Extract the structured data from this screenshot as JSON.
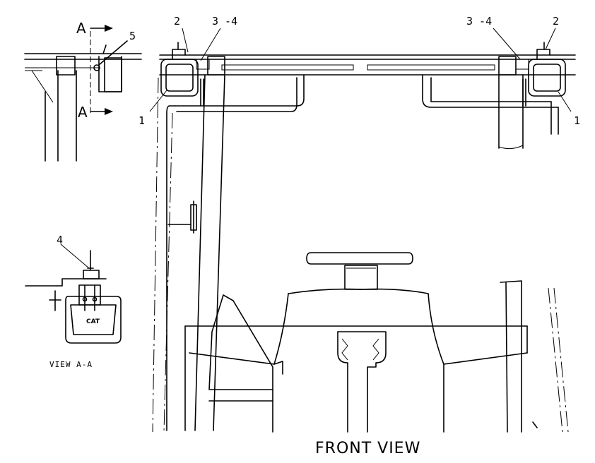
{
  "callouts": {
    "item_1_left": "1",
    "item_1_right": "1",
    "item_2_left": "2",
    "item_2_right": "2",
    "item_3_4_left": "3 -4",
    "item_3_4_right": "3 -4",
    "item_4_view": "4",
    "item_5": "5"
  },
  "section_marker": {
    "top": "A",
    "bottom": "A"
  },
  "labels": {
    "view_aa": "VIEW A-A",
    "front_view": "FRONT VIEW",
    "lamp_logo": "CAT"
  },
  "colors": {
    "ink": "#000000",
    "paper": "#ffffff"
  }
}
